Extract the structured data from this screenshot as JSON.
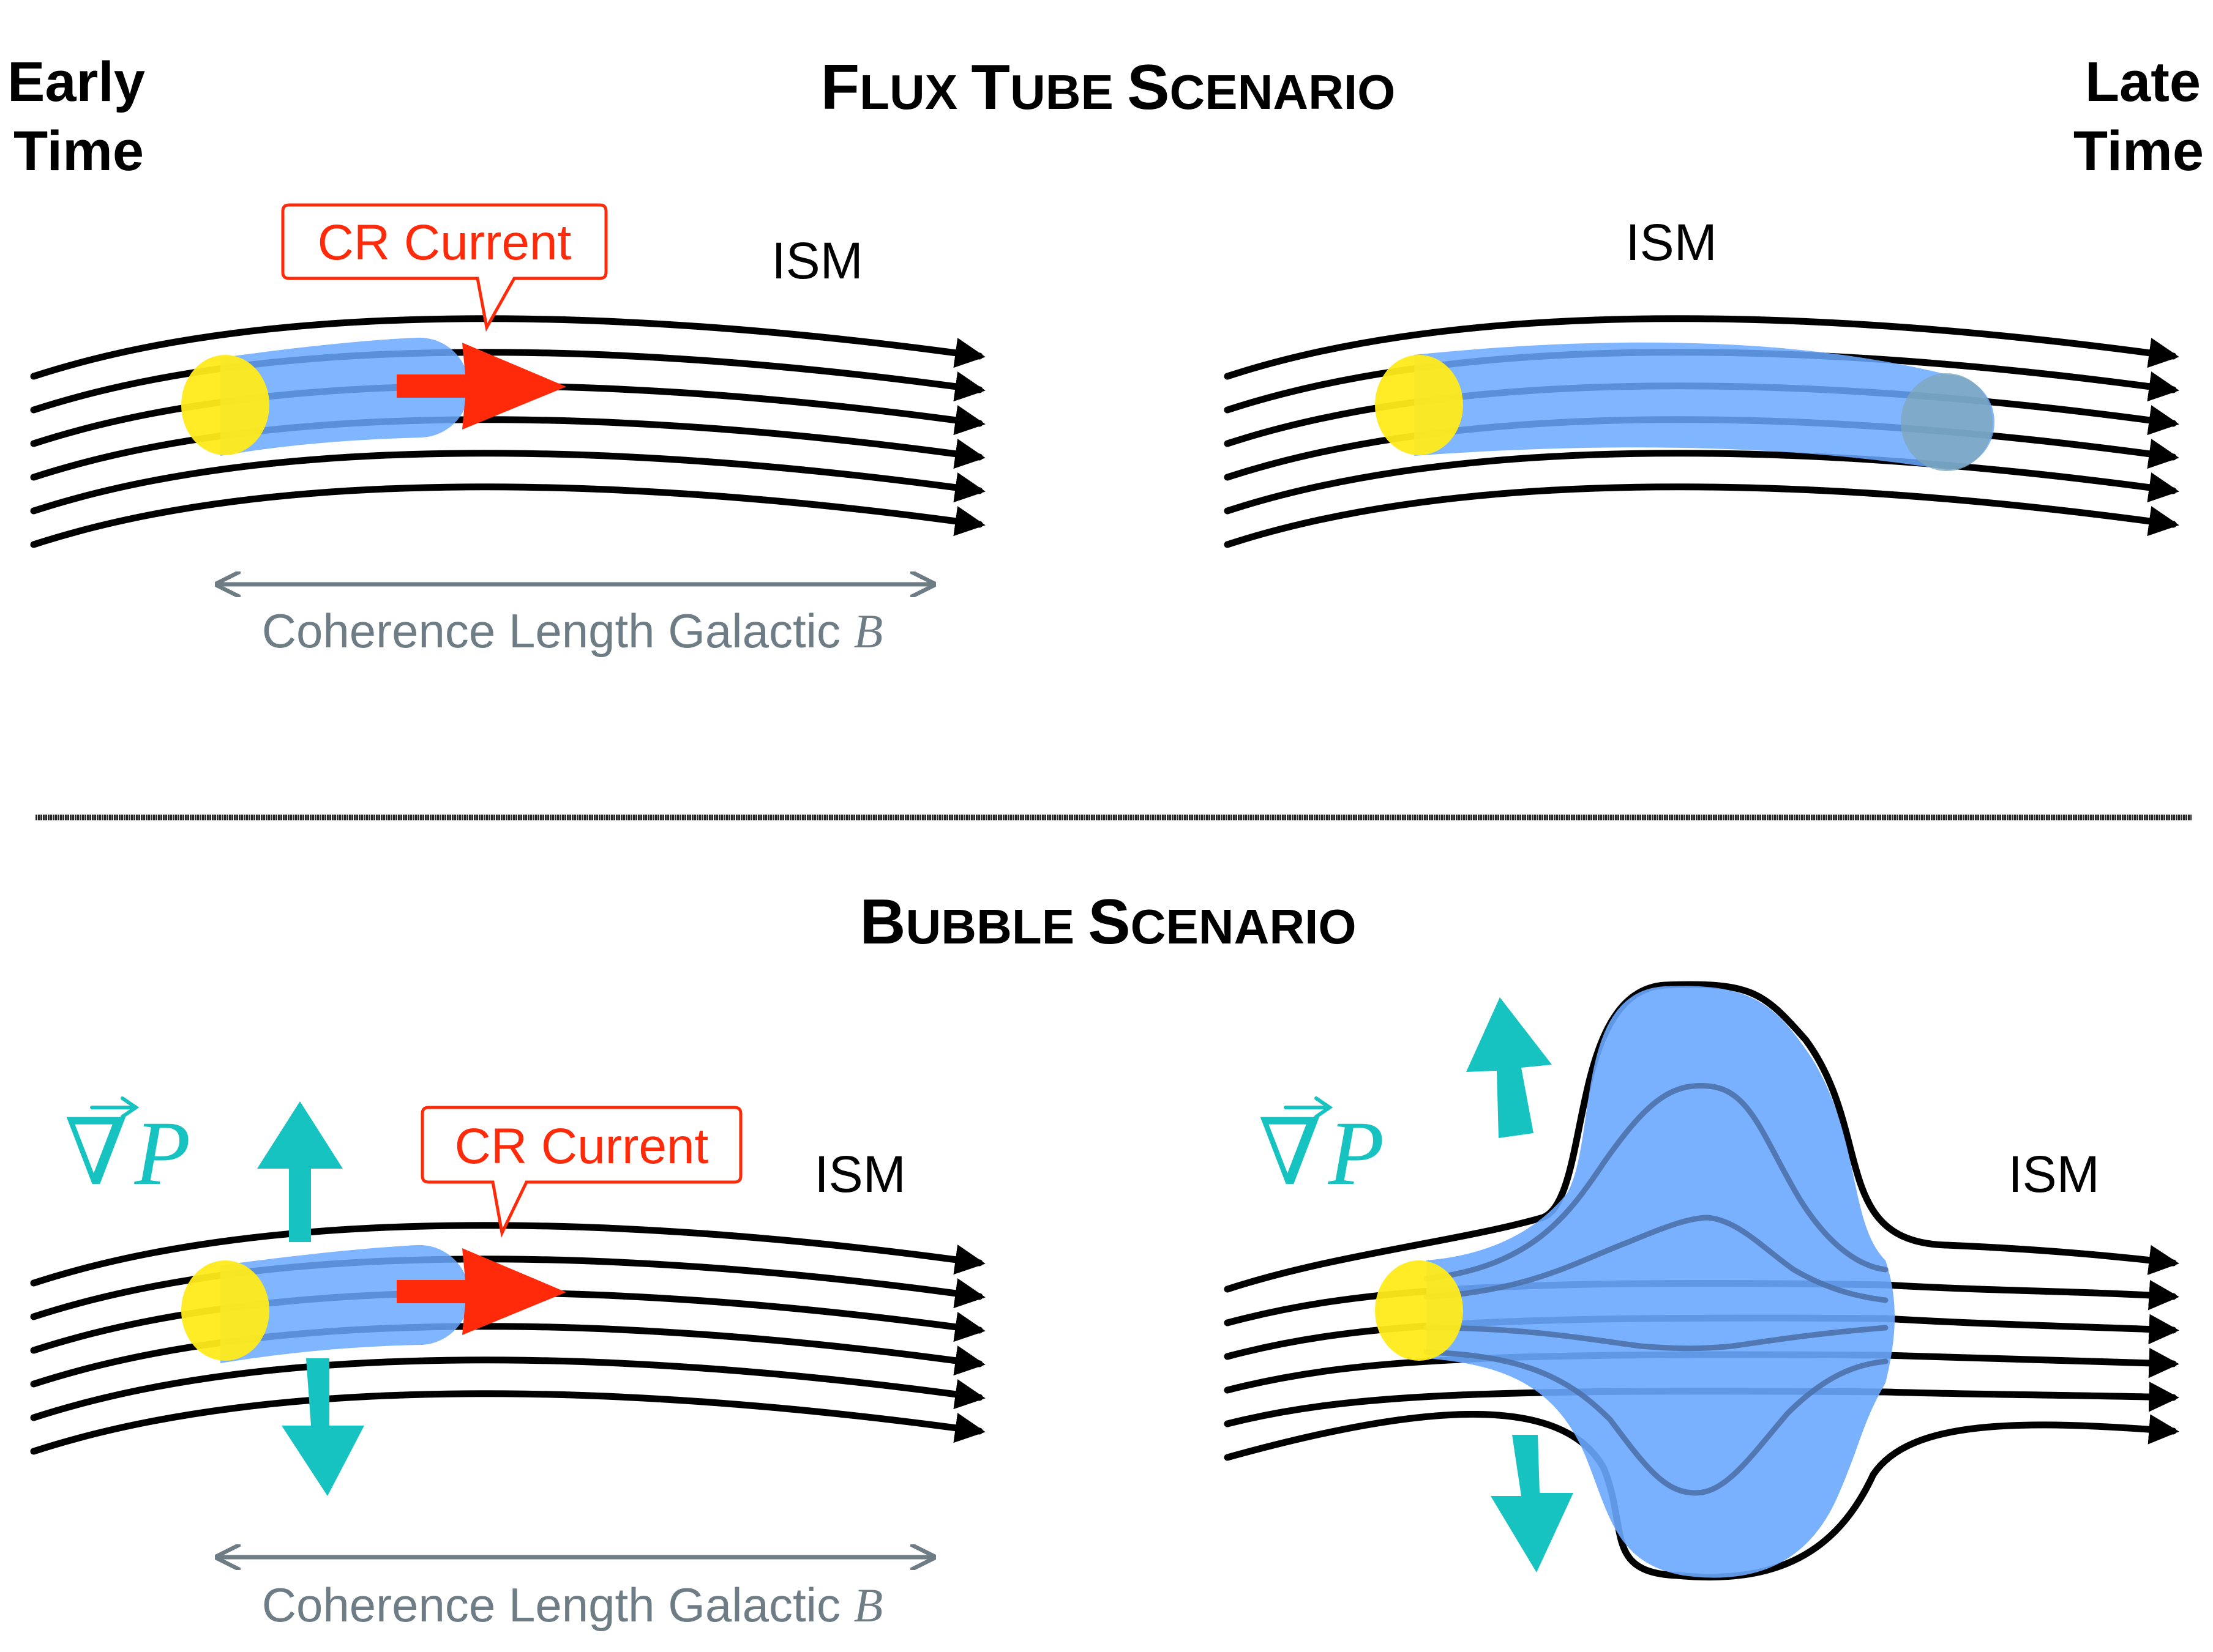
{
  "corner_labels": {
    "early_line1": "Early",
    "early_line2": "Time",
    "late_line1": "Late",
    "late_line2": "Time"
  },
  "flux_tube": {
    "title_cap_1": "F",
    "title_rest_1": "LUX ",
    "title_cap_2": "T",
    "title_rest_2": "UBE ",
    "title_cap_3": "S",
    "title_rest_3": "CENARIO",
    "early": {
      "cr_label": "CR Current",
      "ism_label": "ISM",
      "coherence_text": "Coherence Length Galactic ",
      "coherence_symbol": "B"
    },
    "late": {
      "ism_label": "ISM"
    }
  },
  "bubble": {
    "title_cap_1": "B",
    "title_rest_1": "UBBLE ",
    "title_cap_2": "S",
    "title_rest_2": "CENARIO",
    "early": {
      "grad_symbol": "∇",
      "grad_var": "P",
      "cr_label": "CR Current",
      "ism_label": "ISM",
      "coherence_text": "Coherence Length Galactic ",
      "coherence_symbol": "B"
    },
    "late": {
      "grad_symbol": "∇",
      "grad_var": "P",
      "ism_label": "ISM"
    }
  },
  "colors": {
    "field_lines": "#000000",
    "source": "#ffeb1a",
    "cr_tube": "#6aa8ff",
    "cr_current": "#ff2a0a",
    "pressure_arrows": "#17c3c0",
    "coherence": "#6e7d85",
    "divider": "#222222"
  },
  "icons": {
    "source": "yellow-disk",
    "cr_arrow": "red-block-arrow",
    "pressure": "teal-block-arrow"
  }
}
